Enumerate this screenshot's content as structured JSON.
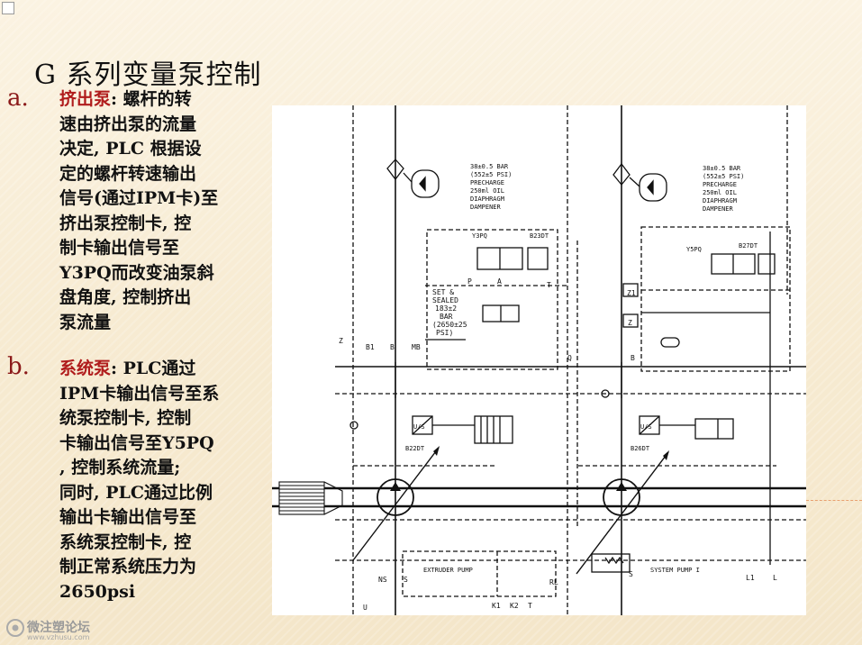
{
  "title": "G 系列变量泵控制",
  "bullets": [
    {
      "marker": "a.",
      "keyword": "挤出泵",
      "lines": [
        ": 螺杆的转",
        "速由挤出泵的流量",
        "决定, PLC 根据设",
        "定的螺杆转速输出",
        "信号(通过IPM卡)至",
        "挤出泵控制卡, 控",
        "制卡输出信号至",
        "Y3PQ而改变油泵斜",
        "盘角度, 控制挤出",
        "泵流量"
      ]
    },
    {
      "marker": "b.",
      "keyword": "系统泵",
      "lines": [
        ": PLC通过",
        "IPM卡输出信号至系",
        "统泵控制卡, 控制",
        "卡输出信号至Y5PQ",
        ", 控制系统流量;",
        "同时, PLC通过比例",
        "输出卡输出信号至",
        "系统泵控制卡, 控",
        "制正常系统压力为",
        "2650psi"
      ]
    }
  ],
  "schematic": {
    "dampener_left": [
      "38±0.5 BAR",
      "(552±5 PSI)",
      "PRECHARGE",
      "250ml OIL",
      "DIAPHRAGM",
      "DAMPENER"
    ],
    "dampener_right": [
      "38±0.5 BAR",
      "(552±5 PSI)",
      "PRECHARGE",
      "250ml OIL",
      "DIAPHRAGM",
      "DAMPENER"
    ],
    "valve_left": "Y3PQ",
    "valve_left_tag": "B23DT",
    "valve_right": "Y5PQ",
    "valve_right_tag": "B27DT",
    "setting": [
      "SET &",
      "SEALED",
      "183±2",
      "BAR",
      "(2650±25",
      "PSI)"
    ],
    "port_p": "P",
    "port_a": "A",
    "port_t": "T",
    "port_b": "B",
    "port_z": "Z",
    "port_z1": "Z1",
    "port_z2": "Z",
    "sensor_left": "U/S",
    "sensor_right": "U/S",
    "sensor_left_tag": "B22DT",
    "sensor_right_tag": "B26DT",
    "top_ports": [
      "Z",
      "B1",
      "B",
      "MB"
    ],
    "bottom_left": [
      "NS",
      "S"
    ],
    "bottom_mid": [
      "K1",
      "K2",
      "T"
    ],
    "bottom_right": [
      "L1",
      "L"
    ],
    "label_u": "U",
    "label_rl": "RL",
    "label_s2": "S",
    "label_q": "Q",
    "label_b2": "B",
    "extruder_label": "EXTRUDER PUMP",
    "system_label": "SYSTEM PUMP I"
  },
  "watermark": {
    "name": "微注塑论坛",
    "url": "www.vzhusu.com"
  }
}
